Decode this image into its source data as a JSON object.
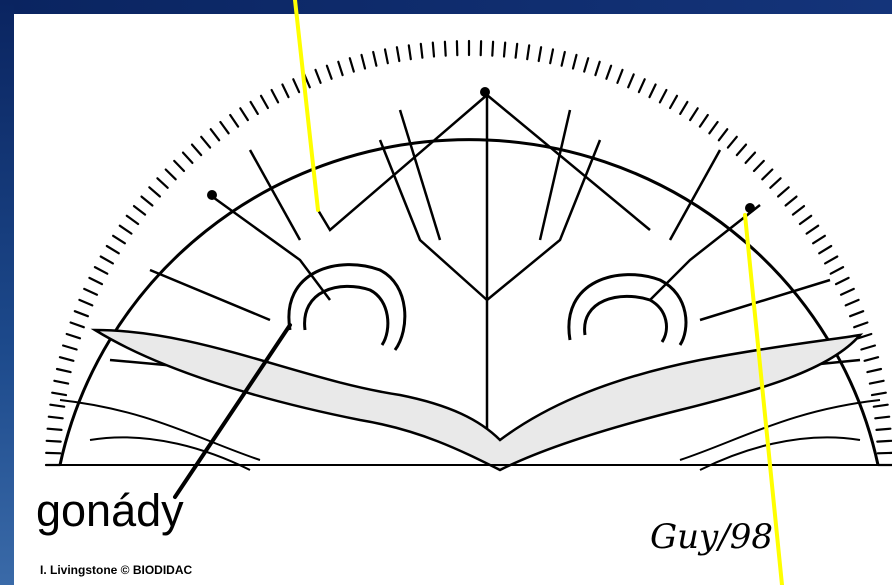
{
  "labels": {
    "gonads": "gonády",
    "credit": "I. Livingstone © BIODIDAC",
    "signature": "Guy/98"
  },
  "colors": {
    "background_frame": "#0d2a66",
    "canvas": "#ffffff",
    "ink": "#000000",
    "pointer_yellow": "#ffff00"
  }
}
